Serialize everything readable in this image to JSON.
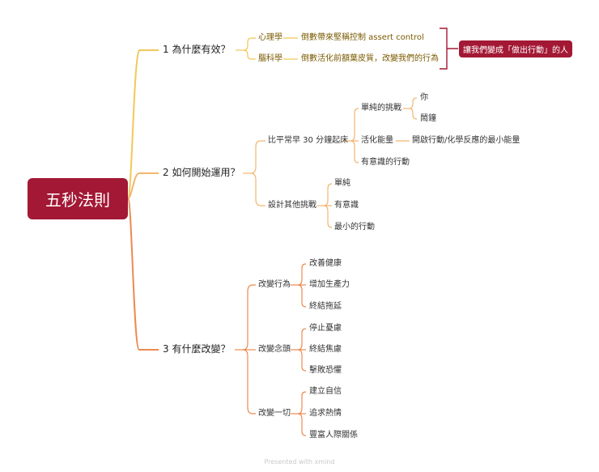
{
  "mindmap": {
    "central": "五秒法則",
    "callout": "讓我們變成「做出行動」的人",
    "branches": [
      {
        "label": "1 為什麼有效？",
        "children": [
          {
            "label": "心理學",
            "detail": "倒數帶來堅稱控制 assert control"
          },
          {
            "label": "腦科學",
            "detail": "倒數活化前額葉皮質，改變我們的行為"
          }
        ]
      },
      {
        "label": "2 如何開始運用？",
        "children": [
          {
            "label": "比平常早 30 分鐘起床",
            "children": [
              {
                "label": "單純的挑戰",
                "children": [
                  "你",
                  "鬧鐘"
                ]
              },
              {
                "label": "活化能量",
                "detail": "開啟行動/化學反應的最小能量"
              },
              {
                "label": "有意識的行動"
              }
            ]
          },
          {
            "label": "設計其他挑戰",
            "children": [
              "單純",
              "有意識",
              "最小的行動"
            ]
          }
        ]
      },
      {
        "label": "3 有什麼改變？",
        "children": [
          {
            "label": "改變行為",
            "children": [
              "改善健康",
              "增加生產力",
              "終結拖延"
            ]
          },
          {
            "label": "改變念頭",
            "children": [
              "停止憂慮",
              "終結焦慮",
              "擊敗恐懼"
            ]
          },
          {
            "label": "改變一切",
            "children": [
              "建立自信",
              "追求熱情",
              "豐富人際關係"
            ]
          }
        ]
      }
    ]
  },
  "footer": "Presented with xmind",
  "colors": {
    "central_bg": "#a31834",
    "branch1_line": "#f0c85a",
    "branch2_line": "#f2b66e",
    "branch3_line": "#ec8a50",
    "branch1_text": "#7a5a00"
  }
}
